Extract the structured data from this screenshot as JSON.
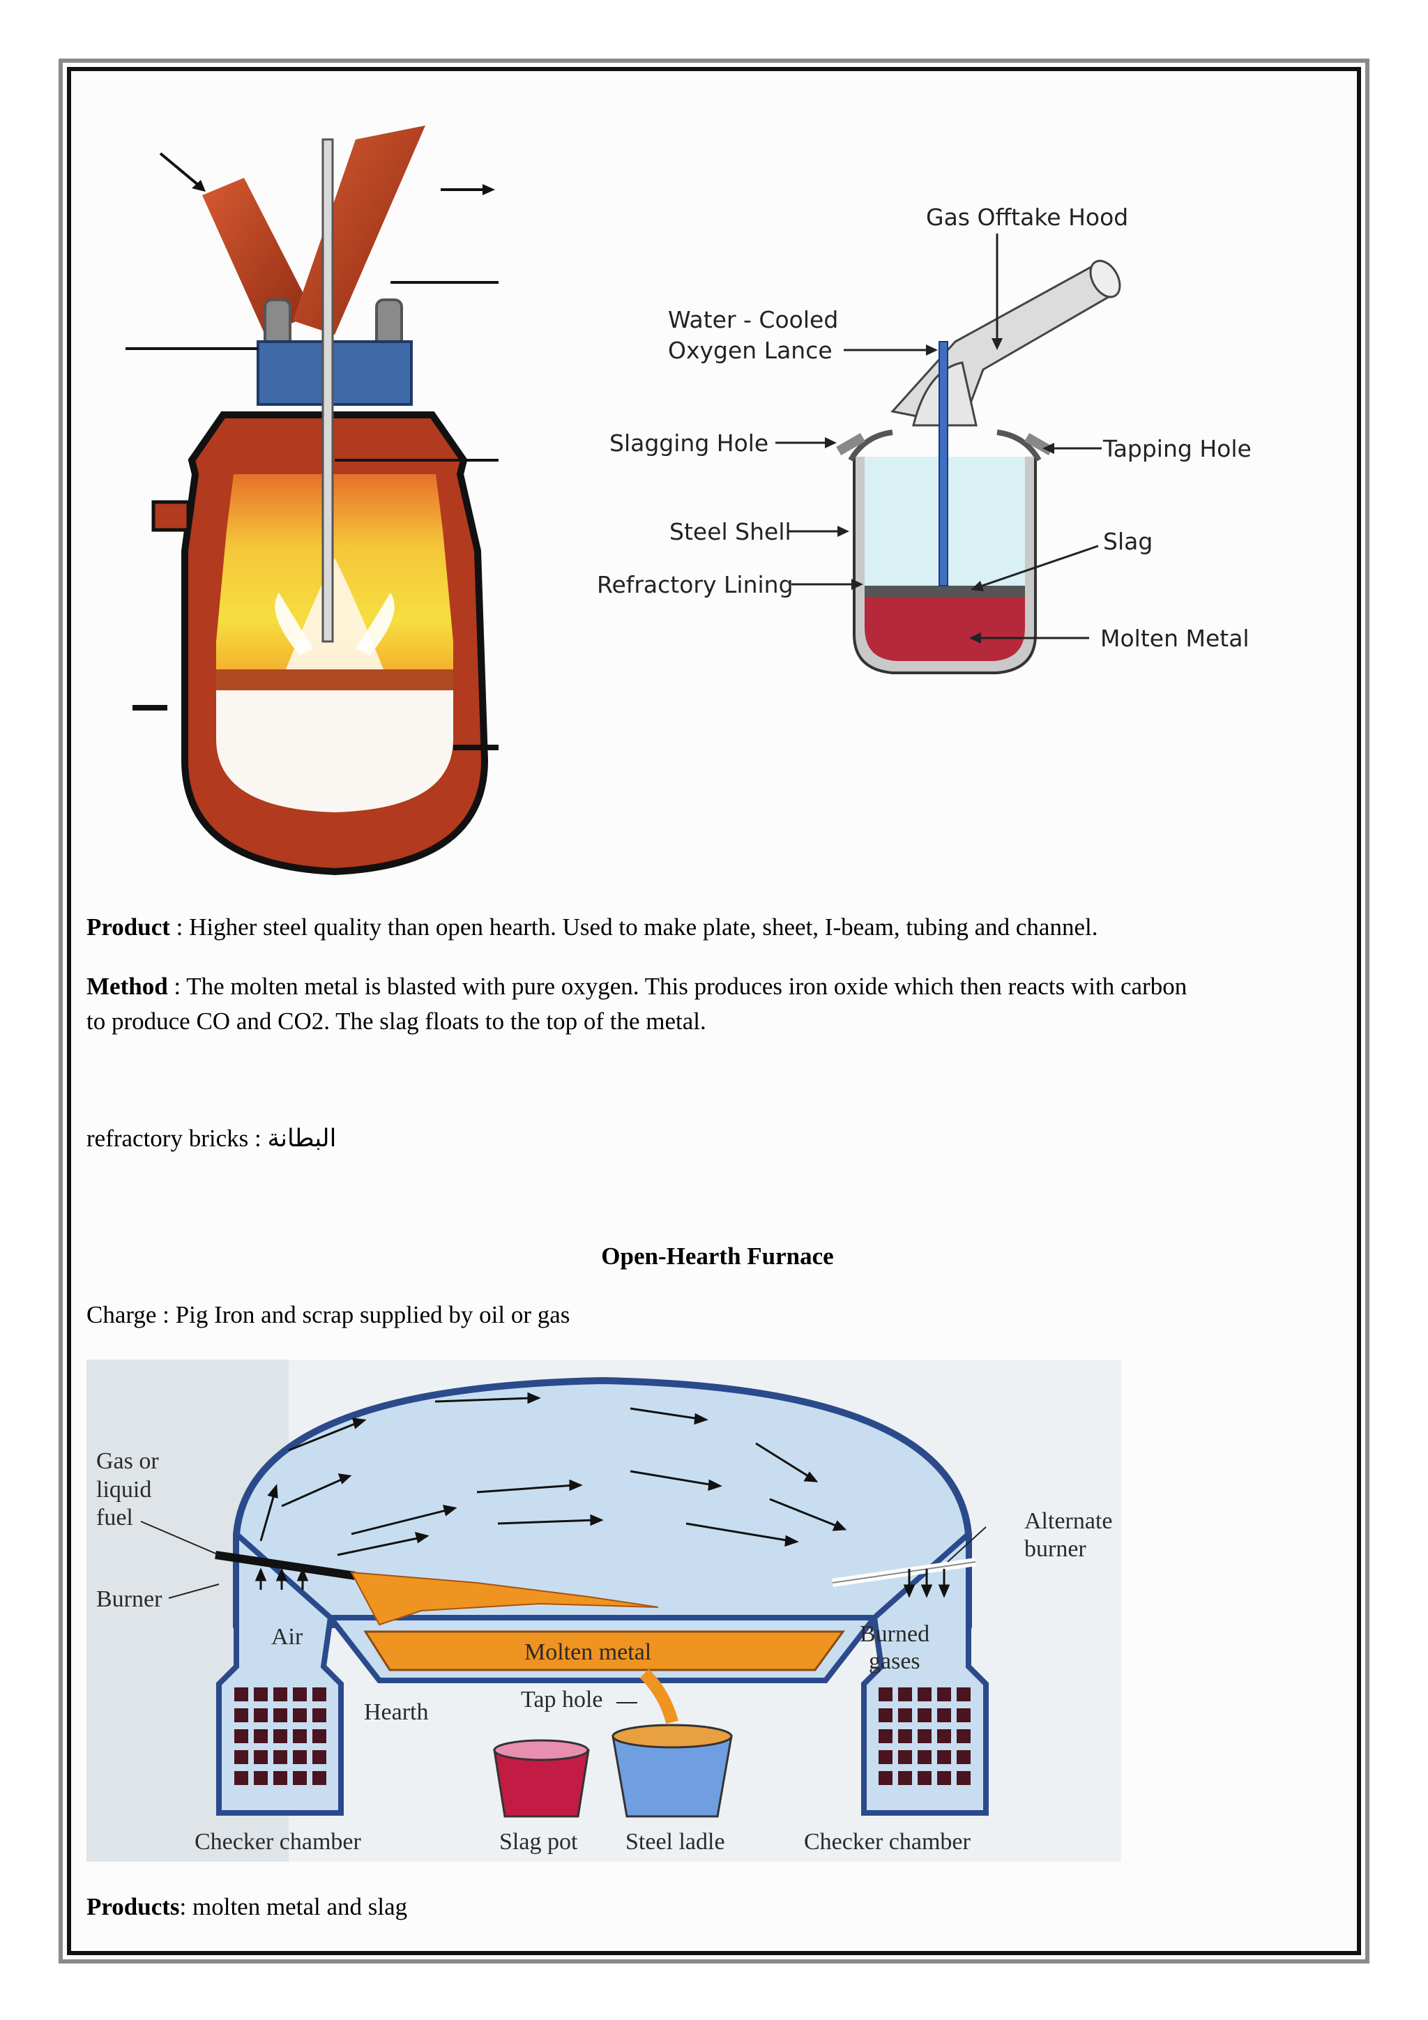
{
  "bof_diagram": {
    "labels": {
      "gas_offtake_hood": "Gas Offtake Hood",
      "water_cooled": "Water - Cooled",
      "oxygen_lance": "Oxygen Lance",
      "slagging_hole": "Slagging Hole",
      "tapping_hole": "Tapping Hole",
      "steel_shell": "Steel Shell",
      "slag": "Slag",
      "refractory_lining": "Refractory Lining",
      "molten_metal": "Molten Metal"
    }
  },
  "text": {
    "product_label": "Product",
    "product_text": " : Higher steel quality than open hearth.  Used to make plate, sheet, I-beam, tubing and channel.",
    "method_label": "Method",
    "method_line1": " :  The molten metal is blasted with pure oxygen. This produces iron oxide which then reacts with carbon",
    "method_line2": "to produce CO and CO2. The slag floats to the top of the metal.",
    "refractory_term": "refractory bricks : البطانة",
    "section_title": "Open-Hearth Furnace",
    "charge_text": "Charge : Pig Iron and scrap supplied by oil or gas",
    "products_label": "Products",
    "products_text": ": molten metal and slag"
  },
  "ohf_diagram": {
    "labels": {
      "fuel_line1": "Gas or",
      "fuel_line2": "liquid",
      "fuel_line3": "fuel",
      "burner": "Burner",
      "air": "Air",
      "molten_metal": "Molten metal",
      "burned_line1": "Burned",
      "burned_line2": "gases",
      "alternate_line1": "Alternate",
      "alternate_line2": "burner",
      "hearth": "Hearth",
      "tap_hole": "Tap hole",
      "checker_left": "Checker chamber",
      "slag_pot": "Slag pot",
      "steel_ladle": "Steel ladle",
      "checker_right": "Checker chamber"
    }
  },
  "colors": {
    "furnace_red": "#b23a1e",
    "flame_yellow": "#f2d23a",
    "ohf_bg": "#c8def0",
    "molten_orange": "#ef9420"
  }
}
